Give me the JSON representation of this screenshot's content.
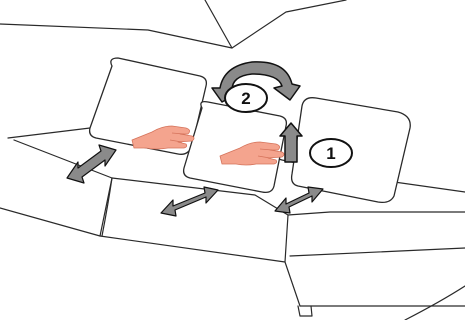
{
  "steps": [
    {
      "label": "1",
      "action": "lift"
    },
    {
      "label": "2",
      "action": "rotate"
    }
  ],
  "colors": {
    "line": "#2a2a2a",
    "arrow_fill": "#8a8a8a",
    "arrow_stroke": "#111111",
    "hand_fill": "#f4a48e",
    "hand_stroke": "#d5735b"
  }
}
